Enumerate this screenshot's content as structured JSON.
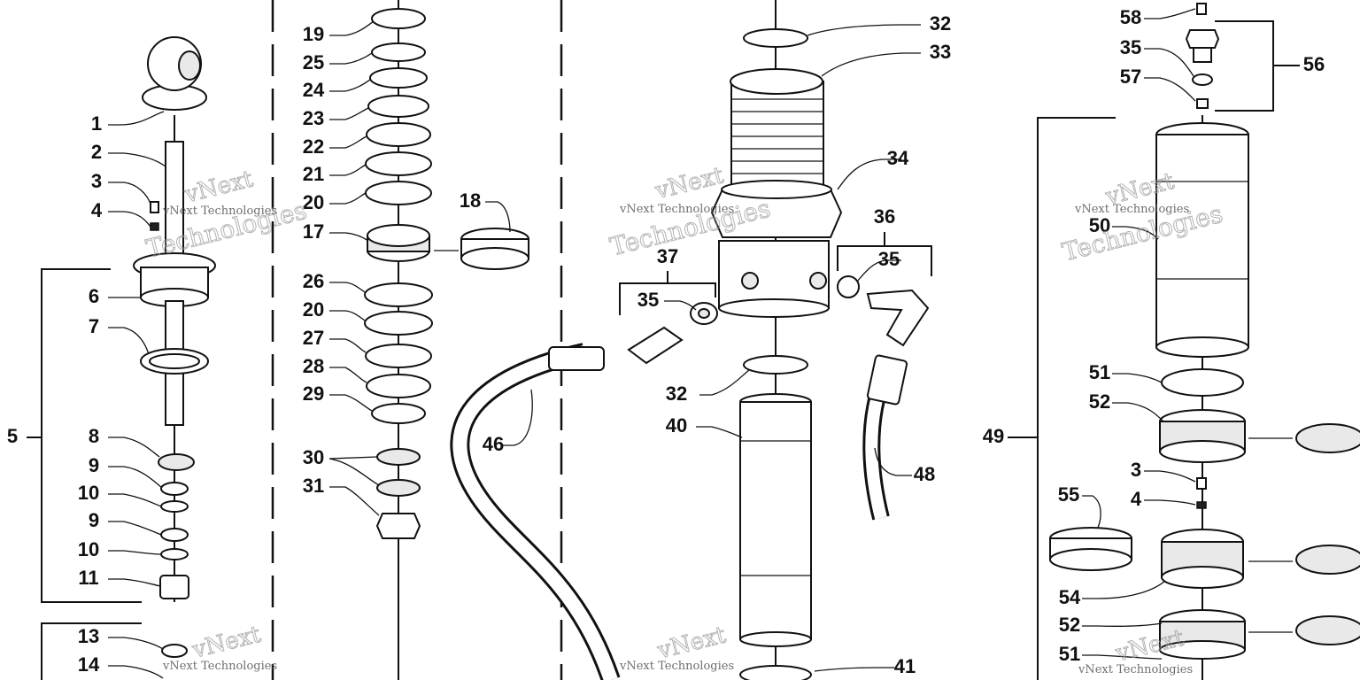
{
  "watermark": {
    "line1": "vNext",
    "line2": "Technologies",
    "small": "vNext Technologies"
  },
  "callouts": [
    "1",
    "2",
    "3",
    "4",
    "5",
    "6",
    "7",
    "8",
    "9",
    "10",
    "9",
    "10",
    "11",
    "13",
    "14",
    "19",
    "25",
    "24",
    "23",
    "22",
    "21",
    "20",
    "17",
    "18",
    "26",
    "20",
    "27",
    "28",
    "29",
    "30",
    "31",
    "32",
    "33",
    "34",
    "36",
    "35",
    "37",
    "35",
    "46",
    "32",
    "40",
    "48",
    "41",
    "58",
    "35",
    "57",
    "56",
    "50",
    "49",
    "51",
    "52",
    "3",
    "4",
    "55",
    "54",
    "52",
    "51"
  ]
}
